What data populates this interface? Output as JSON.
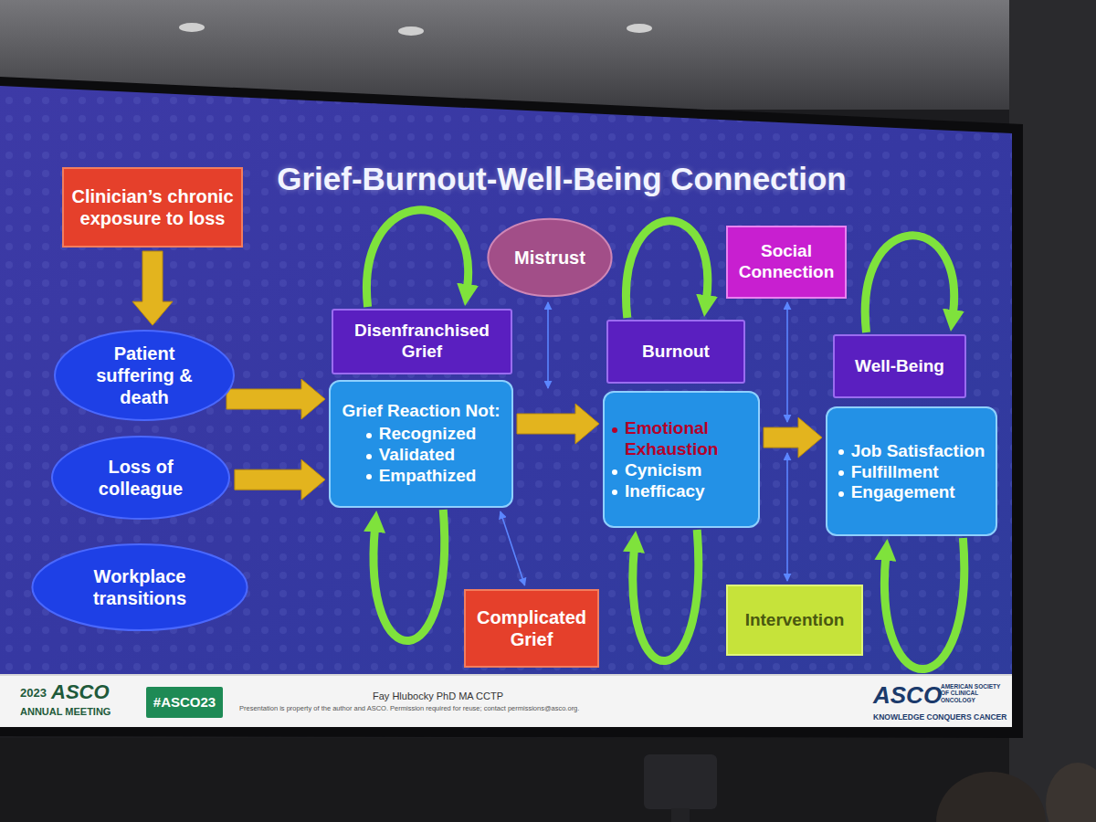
{
  "diagram": {
    "title": "Grief-Burnout-Well-Being Connection",
    "nodes": [
      {
        "text": [
          "Clinician’s chronic exposure to loss"
        ]
      },
      {
        "text": [
          "Patient suffering & death"
        ]
      },
      {
        "text": [
          "Loss of colleague"
        ]
      },
      {
        "text": [
          "Workplace transitions"
        ]
      },
      {
        "text": [
          "Mistrust"
        ]
      },
      {
        "text": [
          "Disenfranchised Grief"
        ]
      },
      {
        "text": [
          "Grief Reaction Not:",
          "Recognized",
          "Validated",
          "Empathized"
        ]
      },
      {
        "text": [
          "Complicated Grief"
        ]
      },
      {
        "text": [
          "Burnout"
        ]
      },
      {
        "text": [
          "Emotional Exhaustion",
          "Cynicism",
          "Inefficacy"
        ]
      },
      {
        "text": [
          "Social Connection"
        ]
      },
      {
        "text": [
          "Intervention"
        ]
      },
      {
        "text": [
          "Well-Being"
        ]
      },
      {
        "text": [
          "Job Satisfaction",
          "Fulfillment",
          "Engagement"
        ]
      },
      {
        "text": [
          "#ASCO23"
        ]
      }
    ],
    "edges": [
      {
        "from": 0,
        "to": 1,
        "arrow": "to"
      },
      {
        "from": 1,
        "to": 6,
        "arrow": "to"
      },
      {
        "from": 2,
        "to": 6,
        "arrow": "to"
      },
      {
        "from": 6,
        "to": 9,
        "arrow": "to"
      },
      {
        "from": 9,
        "to": 13,
        "arrow": "to"
      },
      {
        "from": 5,
        "to": 5,
        "arrow": "to"
      },
      {
        "from": 8,
        "to": 8,
        "arrow": "to"
      },
      {
        "from": 12,
        "to": 12,
        "arrow": "to"
      },
      {
        "from": 6,
        "to": 6,
        "arrow": "to"
      },
      {
        "from": 9,
        "to": 9,
        "arrow": "to"
      },
      {
        "from": 13,
        "to": 13,
        "arrow": "to"
      },
      {
        "from": 6,
        "to": 7,
        "arrow": "both"
      }
    ],
    "labels": [
      "2023",
      "ASCO",
      "ANNUAL MEETING",
      "Fay Hlubocky PhD MA CCTP",
      "Presentation is property of the author and ASCO. Permission required for reuse; contact permissions@asco.org.",
      "ASCO",
      "AMERICAN SOCIETY OF CLINICAL ONCOLOGY",
      "KNOWLEDGE CONQUERS CANCER"
    ]
  }
}
